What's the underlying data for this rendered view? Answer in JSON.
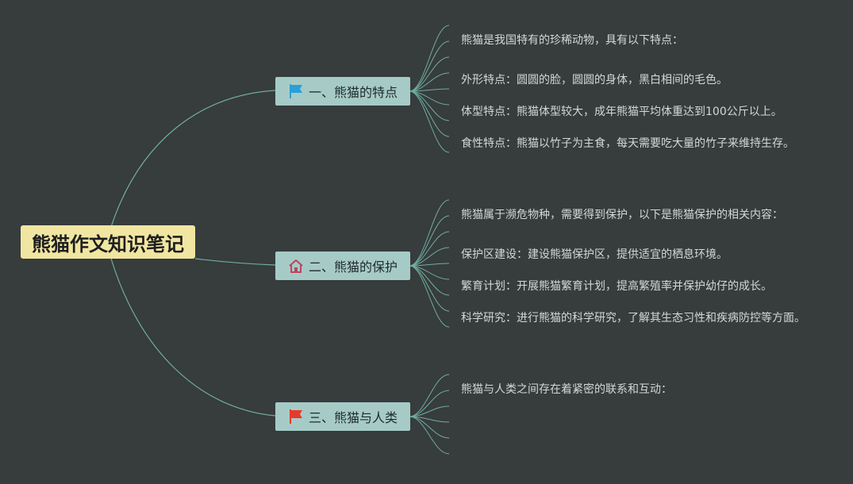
{
  "root": {
    "title": "熊猫作文知识笔记"
  },
  "branches": [
    {
      "label": "一、熊猫的特点",
      "icon": "blue-flag-icon",
      "icon_color": "#2a9fd8",
      "items": [
        "熊猫是我国特有的珍稀动物，具有以下特点：",
        "外形特点：圆圆的脸，圆圆的身体，黑白相间的毛色。",
        "体型特点：熊猫体型较大，成年熊猫平均体重达到100公斤以上。",
        "食性特点：熊猫以竹子为主食，每天需要吃大量的竹子来维持生存。"
      ]
    },
    {
      "label": "二、熊猫的保护",
      "icon": "house-icon",
      "icon_color": "#c0435e",
      "items": [
        "熊猫属于濒危物种，需要得到保护，以下是熊猫保护的相关内容：",
        "保护区建设：建设熊猫保护区，提供适宜的栖息环境。",
        "繁育计划：开展熊猫繁育计划，提高繁殖率并保护幼仔的成长。",
        "科学研究：进行熊猫的科学研究，了解其生态习性和疾病防控等方面。"
      ]
    },
    {
      "label": "三、熊猫与人类",
      "icon": "red-flag-icon",
      "icon_color": "#e8392b",
      "items": [
        "熊猫与人类之间存在着紧密的联系和互动："
      ]
    }
  ],
  "colors": {
    "background": "#373c3d",
    "link": "#6fae9c",
    "root_fill": "#f1e6a1",
    "branch_fill": "#a6cbc7"
  }
}
